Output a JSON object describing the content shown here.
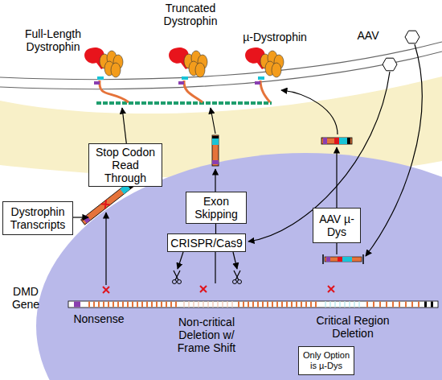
{
  "diagram": {
    "nodes": [
      {
        "text": [
          "Stop Codon Read Through"
        ]
      },
      {
        "text": [
          "Dystrophin Transcripts"
        ]
      },
      {
        "text": [
          "Exon Skipping"
        ]
      },
      {
        "text": [
          "CRISPR/Cas9"
        ]
      },
      {
        "text": [
          "AAV µ-Dys"
        ]
      },
      {
        "text": [
          "Only Option is µ-Dys"
        ]
      }
    ],
    "edges": [
      {
        "from": 3,
        "to": 2,
        "arrow": "none"
      }
    ],
    "labels": [
      "Full-Length Dystrophin",
      "Truncated Dystrophin",
      "µ-Dystrophin",
      "AAV",
      "DMD Gene",
      "Nonsense",
      "Non-critical Deletion w/ Frame Shift",
      "Critical Region Deletion"
    ]
  }
}
